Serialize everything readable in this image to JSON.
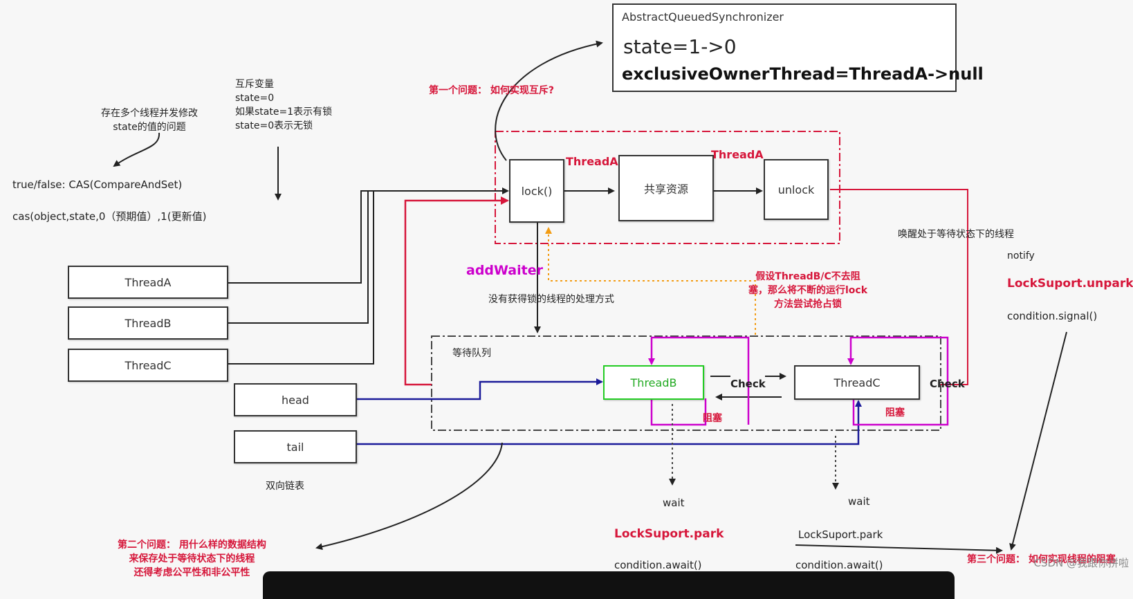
{
  "aqs": {
    "title": "AbstractQueuedSynchronizer",
    "state": "state=1->0",
    "owner": "exclusiveOwnerThread=ThreadA->null"
  },
  "questions": {
    "q1": "第一个问题：  如何实现互斥?",
    "q2": [
      "第二个问题：  用什么样的数据结构",
      "来保存处于等待状态下的线程",
      "还得考虑公平性和非公平性"
    ],
    "q3": "第三个问题：  如何实现线程的阻塞"
  },
  "notes": {
    "concurrency": [
      "存在多个线程并发修改",
      "state的值的问题"
    ],
    "mutex": [
      "互斥变量",
      "state=0",
      "如果state=1表示有锁",
      "state=0表示无锁"
    ],
    "cas1": "true/false:  CAS(CompareAndSet)",
    "cas2": "cas(object,state,0（预期值）,1(更新值)",
    "no_lock": "没有获得锁的线程的处理方式",
    "assume": [
      "假设ThreadB/C不去阻",
      "塞，那么将不断的运行lock",
      "方法尝试抢占锁"
    ],
    "wake": "唤醒处于等待状态下的线程",
    "linked_list": "双向链表"
  },
  "threads": [
    "ThreadA",
    "ThreadB",
    "ThreadC"
  ],
  "pointers": {
    "head": "head",
    "tail": "tail"
  },
  "flow": {
    "lock": "lock()",
    "resource": "共享资源",
    "unlock": "unlock",
    "threadA_1": "ThreadA",
    "threadA_2": "ThreadA",
    "add_waiter": "addWaiter"
  },
  "queue": {
    "label": "等待队列",
    "threadB": "ThreadB",
    "threadC": "ThreadC",
    "check": "Check",
    "block": "阻塞",
    "wait": "wait",
    "park": "LockSuport.park",
    "await": "condition.await()"
  },
  "right": {
    "notify": "notify",
    "unpark": "LockSuport.unpark",
    "signal": "condition.signal()"
  },
  "watermark": "CSDN @我跟你拼啦",
  "colors": {
    "red": "#d6163a",
    "magenta": "#cc00cc",
    "blue": "#1a1a99",
    "green": "#22cc22",
    "orange": "#f39c12",
    "dark": "#222222"
  }
}
